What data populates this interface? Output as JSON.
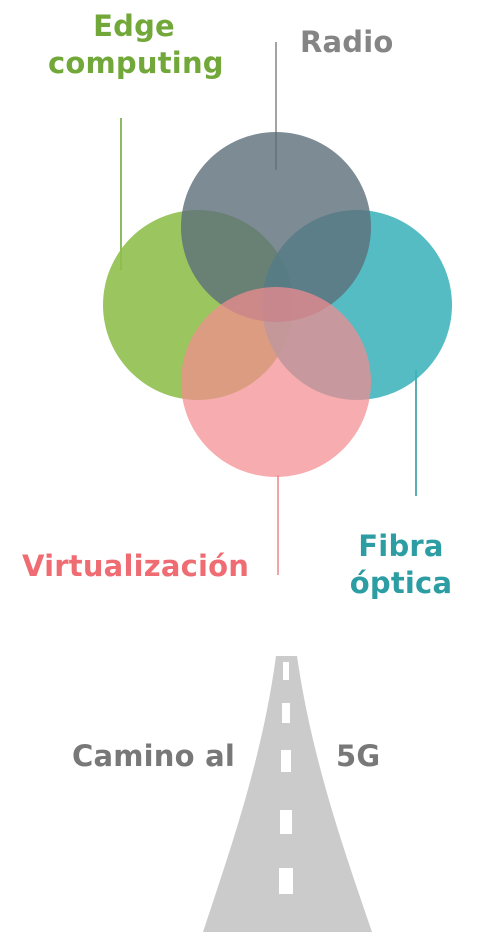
{
  "diagram": {
    "labels": {
      "edge_line1": "Edge",
      "edge_line2": "computing",
      "radio": "Radio",
      "virtualizacion": "Virtualización",
      "fibra_line1": "Fibra",
      "fibra_line2": "óptica"
    },
    "colors": {
      "edge": "#8FBF4E",
      "radio": "#5D6E79",
      "fibra": "#3CB3B9",
      "virtualizacion": "#F48C90",
      "road": "#CBCBCB",
      "road_text": "#787878"
    }
  },
  "road": {
    "label_left": "Camino al",
    "label_right": "5G"
  }
}
